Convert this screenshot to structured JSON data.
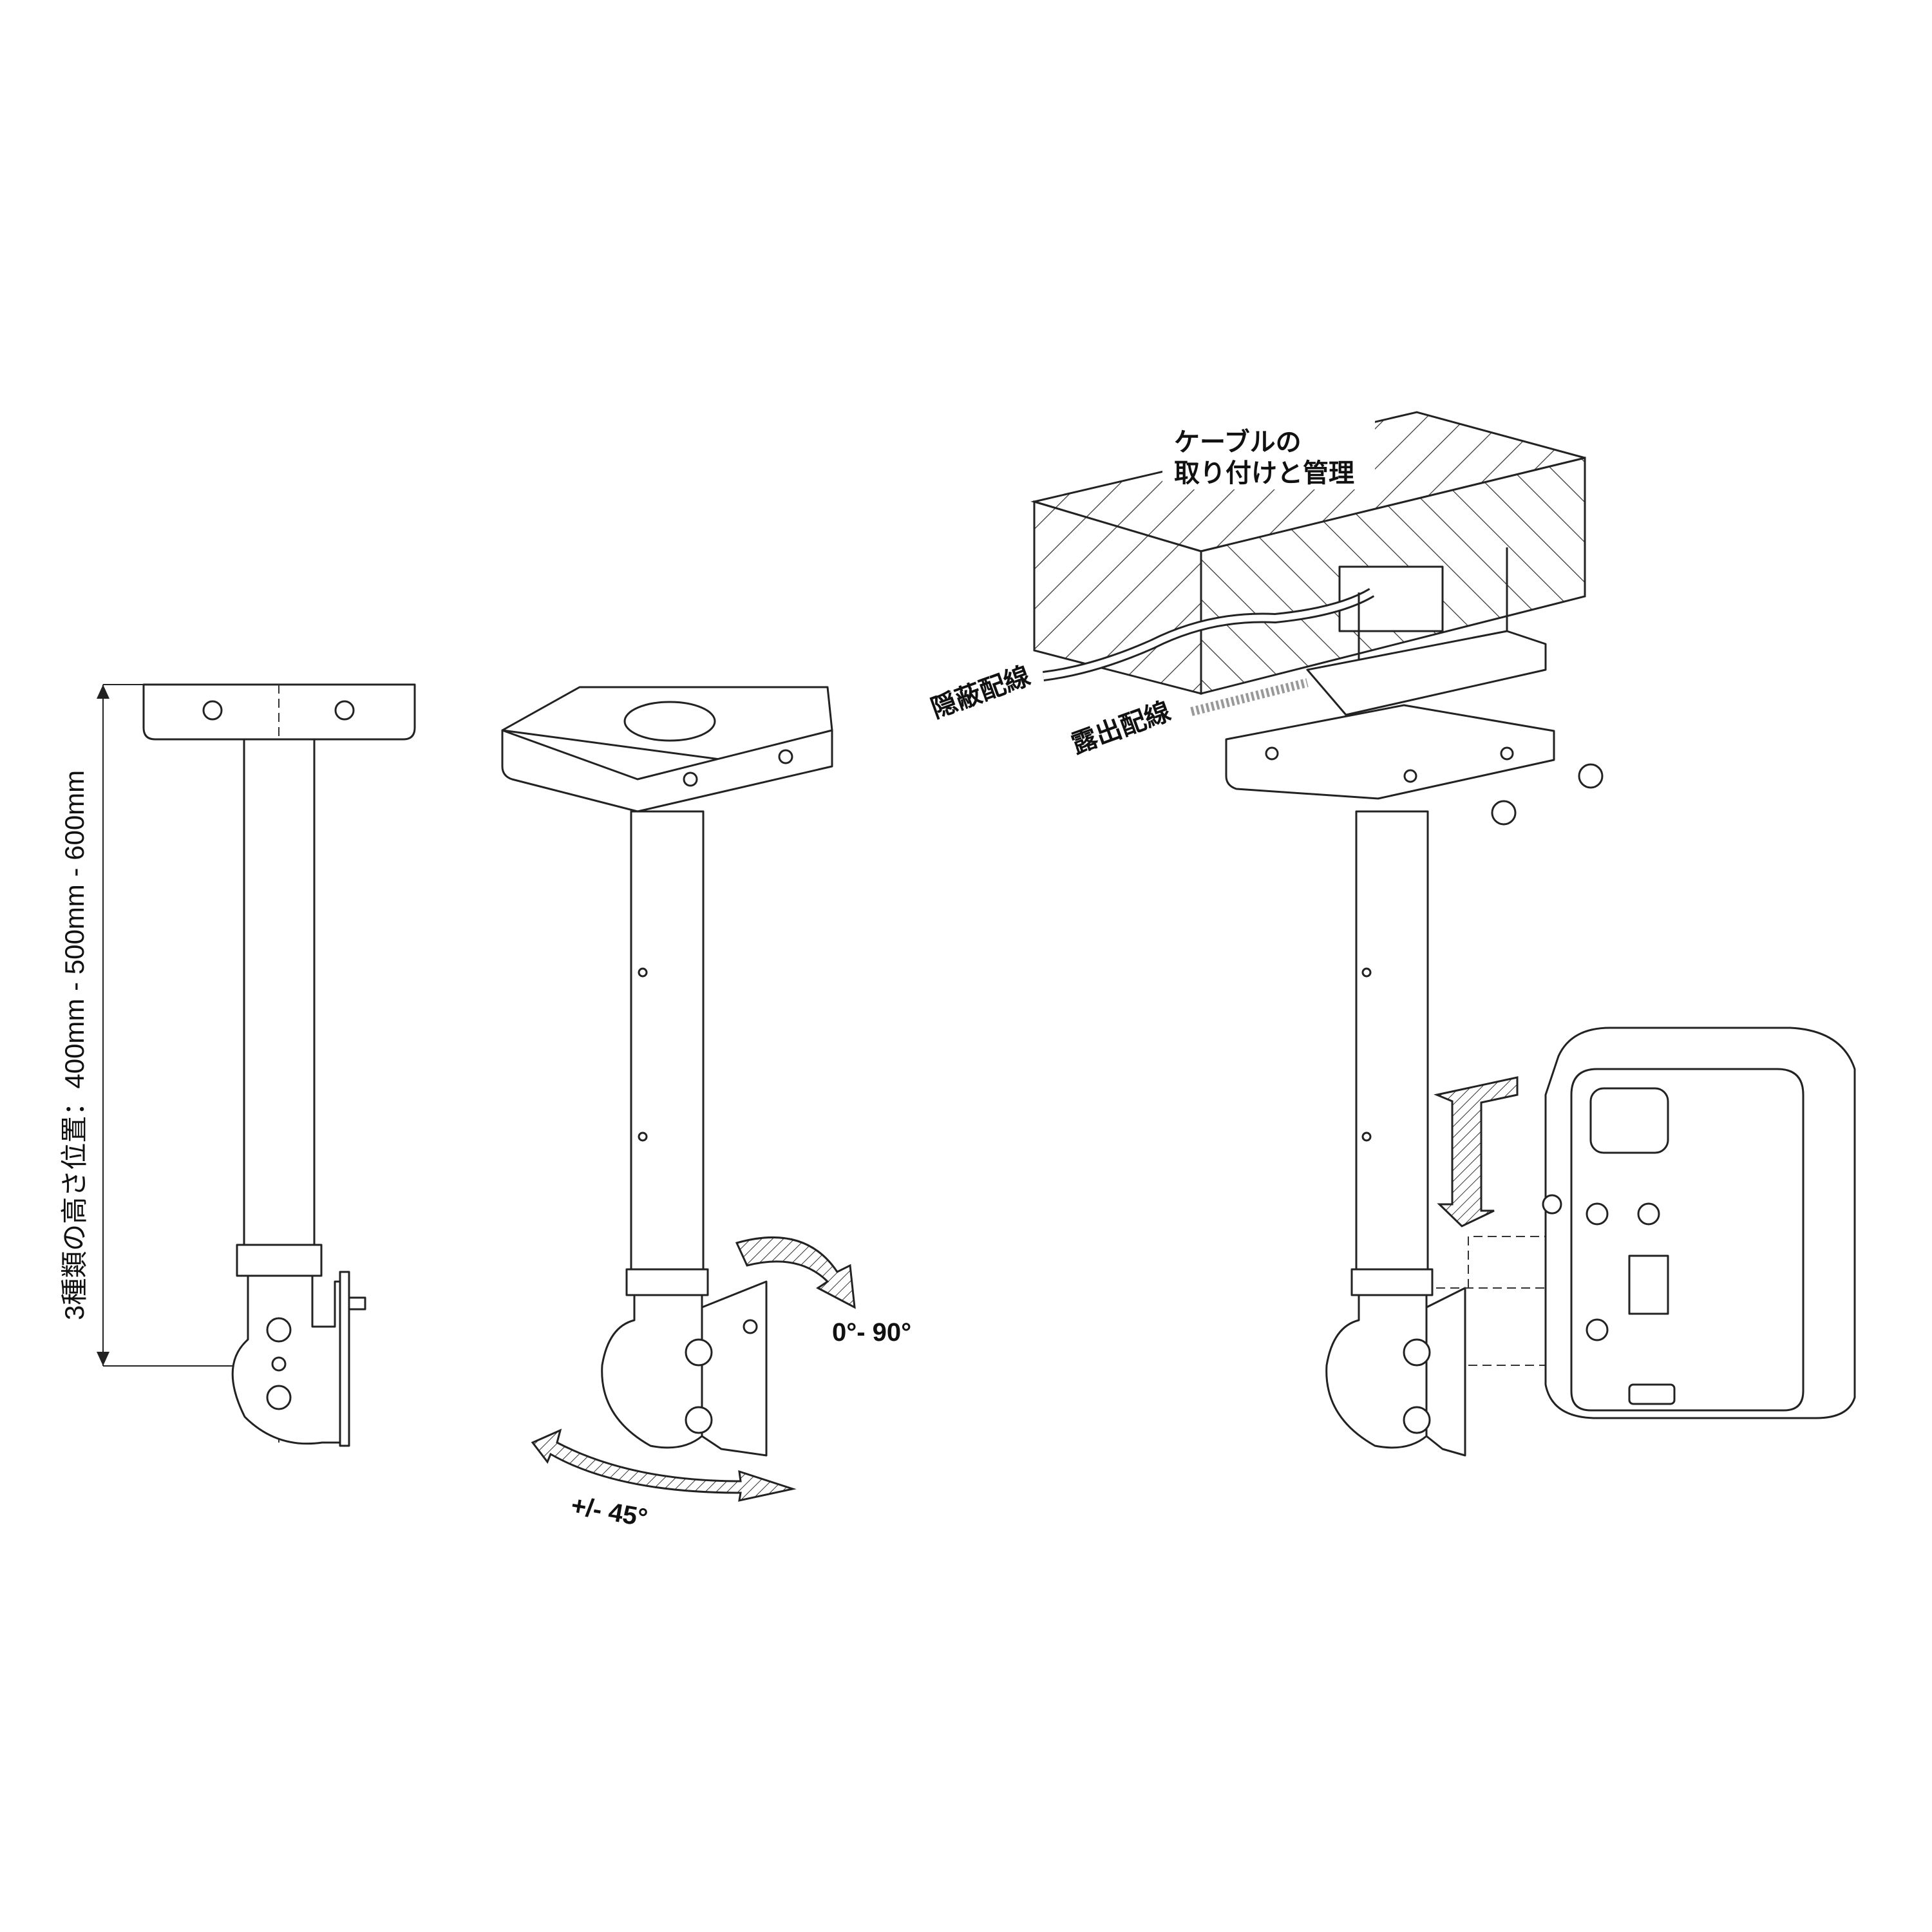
{
  "labels": {
    "height_positions": "3種類の高さ位置：400mm - 500mm - 600mm",
    "tilt_range": "0°- 90°",
    "pan_range": "+/- 45°",
    "cable_title_line1": "ケーブルの",
    "cable_title_line2": "取り付けと管理",
    "concealed_wiring": "隠蔽配線",
    "exposed_wiring": "露出配線"
  },
  "colors": {
    "line": "#222222",
    "background": "#ffffff"
  }
}
